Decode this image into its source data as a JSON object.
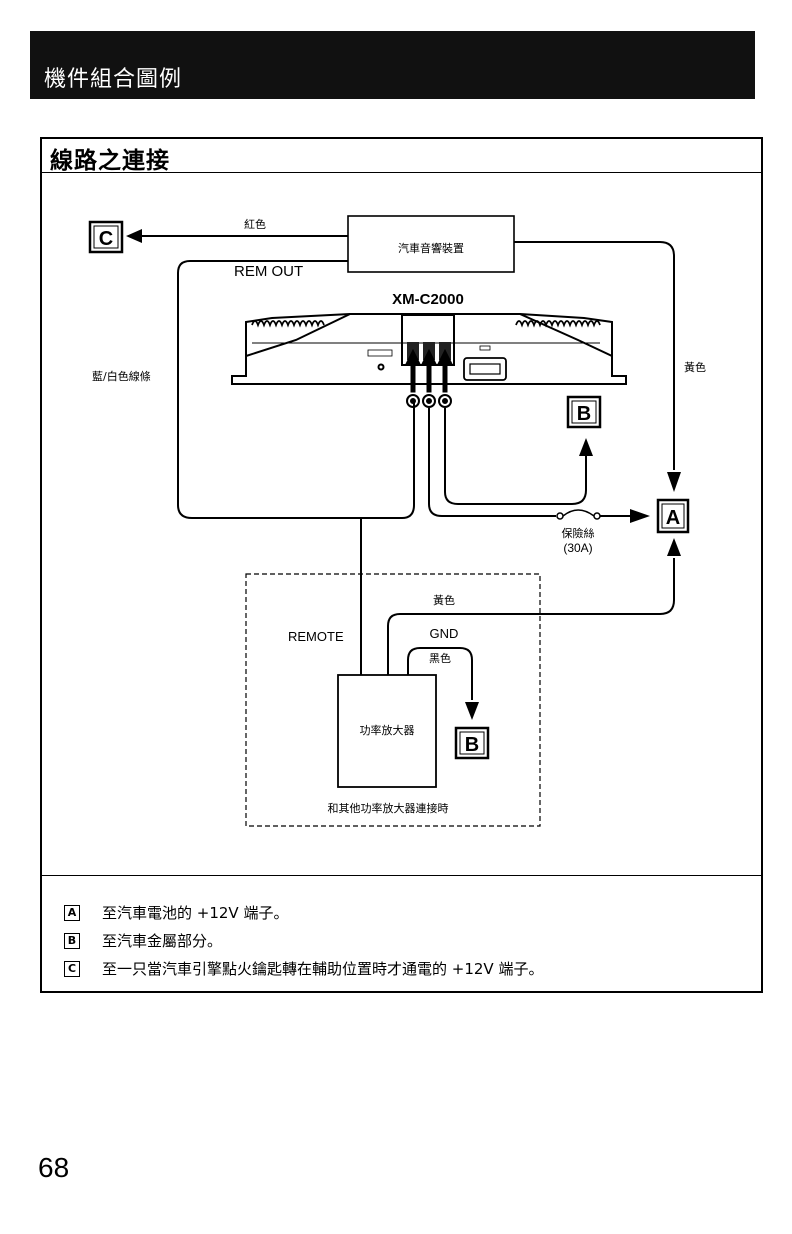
{
  "header": {
    "title": "機件組合圖例"
  },
  "section": {
    "title": "線路之連接"
  },
  "diagram": {
    "terminal_c": "C",
    "terminal_a": "A",
    "terminal_b": "B",
    "red_label": "紅色",
    "rem_out_label": "REM OUT",
    "head_unit_label": "汽車音響裝置",
    "model_label": "XM-C2000",
    "blue_white_label": "藍/白色線條",
    "yellow_label": "黃色",
    "fuse_label": "保險絲",
    "fuse_rating": "(30A)",
    "remote_label": "REMOTE",
    "gnd_label": "GND",
    "yellow_label_2": "黃色",
    "black_label": "黑色",
    "power_amp_label": "功率放大器",
    "other_amp_caption": "和其他功率放大器連接時"
  },
  "notes": [
    {
      "key": "A",
      "text": "至汽車電池的 +12V 端子。"
    },
    {
      "key": "B",
      "text": "至汽車金屬部分。"
    },
    {
      "key": "C",
      "text": "至一只當汽車引擎點火鑰匙轉在輔助位置時才通電的 +12V 端子。"
    }
  ],
  "page_number": "68"
}
